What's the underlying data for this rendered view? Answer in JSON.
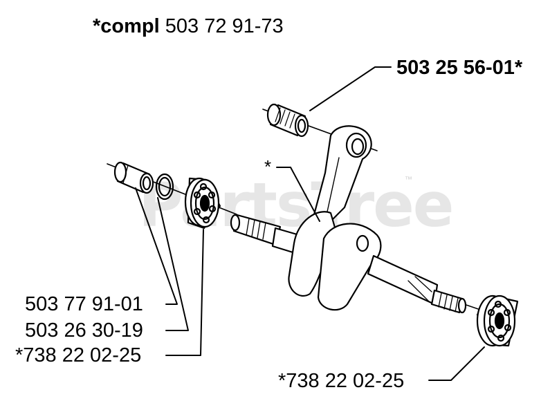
{
  "title": {
    "prefix": "*compl",
    "number": "503 72 91-73"
  },
  "watermark": {
    "text": "PartsTree",
    "tm": "™"
  },
  "parts": {
    "bearing_top": "503 25 56-01*",
    "crank_marker": "*",
    "bushing": "503 77 91-01",
    "ring": "503 26 30-19",
    "bearing_left": "*738 22 02-25",
    "bearing_right": "*738 22 02-25"
  }
}
